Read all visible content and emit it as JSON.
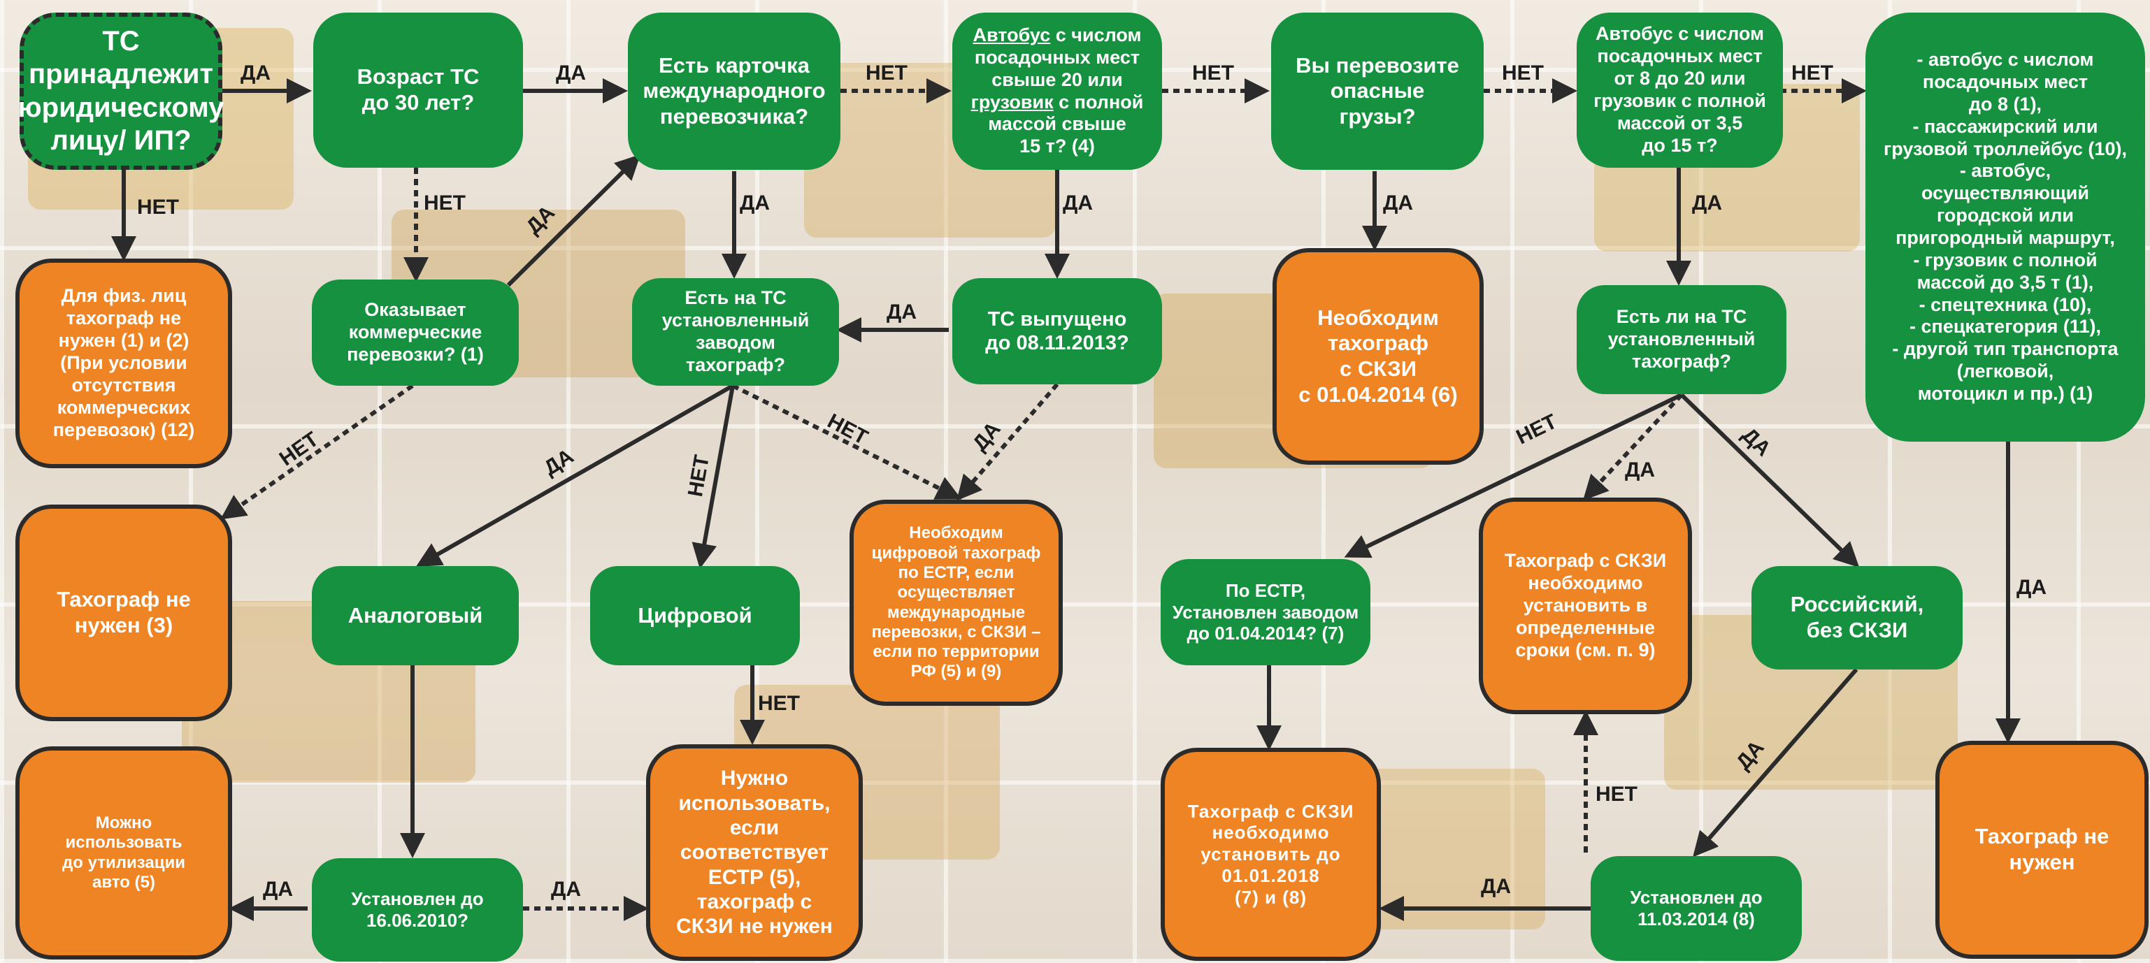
{
  "nodes": {
    "n1": "ТС\nпринадлежит\nюридическому\nлицу/ ИП?",
    "n2": "Возраст ТС\nдо 30 лет?",
    "n3": "Есть карточка\nмеждународного\nперевозчика?",
    "n4_underlined_1": "Автобус",
    "n4_part_1": " с числом\nпосадочных мест\nсвыше 20 или\n",
    "n4_underlined_2": "грузовик",
    "n4_part_2": " с полной\nмассой свыше\n15 т? (4)",
    "n5": "Вы перевозите\nопасные\nгрузы?",
    "n6": "Автобус с числом\nпосадочных мест\nот 8 до 20 или\nгрузовик с полной\nмассой от 3,5\nдо 15 т?",
    "n7": "- автобус с числом\nпосадочных мест\nдо 8 (1),\n- пассажирский или\nгрузовой троллейбус (10),\n- автобус,\nосуществляющий\nгородской или\nпригородный маршрут,\n- грузовик с полной\nмассой до 3,5 т (1),\n- спецтехника (10),\n- спецкатегория (11),\n- другой тип транспорта\n(легковой,\nмотоцикл и пр.) (1)",
    "n8": "Для физ. лиц\nтахограф не\nнужен (1) и (2)\n(При условии\nотсутствия\nкоммерческих\nперевозок) (12)",
    "n9": "Оказывает\nкоммерческие\nперевозки? (1)",
    "n10": "Есть на ТС\nустановленный\nзаводом\nтахограф?",
    "n11": "ТС выпущено\nдо 08.11.2013?",
    "n12": "Необходим\nтахограф\nс СКЗИ\nс 01.04.2014 (6)",
    "n13": "Есть ли на ТС\nустановленный\nтахограф?",
    "n14": "Тахограф не\nнужен (3)",
    "n15": "Аналоговый",
    "n16": "Цифровой",
    "n17": "Необходим\nцифровой тахограф\nпо ЕСТР, если\nосуществляет\nмеждународные\nперевозки, с СКЗИ –\nесли по территории\nРФ (5) и (9)",
    "n18": "По ЕСТР,\nУстановлен заводом\nдо 01.04.2014? (7)",
    "n19": "Тахограф с СКЗИ\nнеобходимо\nустановить в\nопределенные\nсроки (см. п. 9)",
    "n20": "Российский,\nбез СКЗИ",
    "n21": "Можно\nиспользовать\nдо утилизации\nавто (5)",
    "n22": "Установлен до\n16.06.2010?",
    "n23": "Нужно\nиспользовать,\nесли\nсоответствует\nЕСТР (5),\nтахограф с\nСКЗИ не нужен",
    "n24": "Тахограф с СКЗИ\nнеобходимо\nустановить до\n01.01.2018\n(7) и (8)",
    "n25": "Установлен до\n11.03.2014 (8)",
    "n26": "Тахограф не\nнужен"
  },
  "labels": {
    "l1": "ДА",
    "l2": "ДА",
    "l3": "НЕТ",
    "l4": "НЕТ",
    "l5": "НЕТ",
    "l6": "НЕТ",
    "l7": "НЕТ",
    "l8": "НЕТ",
    "l9": "ДА",
    "l10": "ДА",
    "l11": "ДА",
    "l12": "ДА",
    "l13": "ДА",
    "l14": "НЕТ",
    "l15": "ДА",
    "l16": "ДА",
    "l17": "НЕТ",
    "l18": "НЕТ",
    "l19": "ДА",
    "l20": "НЕТ",
    "l21": "ДА",
    "l22": "ДА",
    "l23": "ДА",
    "l24": "НЕТ",
    "l25": "ДА",
    "l26": "НЕТ",
    "l27": "ДА",
    "l28": "ДА"
  },
  "colors": {
    "green": "#15913f",
    "orange": "#ee8423",
    "border": "#2b2b2b",
    "arrow": "#2b2b2b"
  }
}
